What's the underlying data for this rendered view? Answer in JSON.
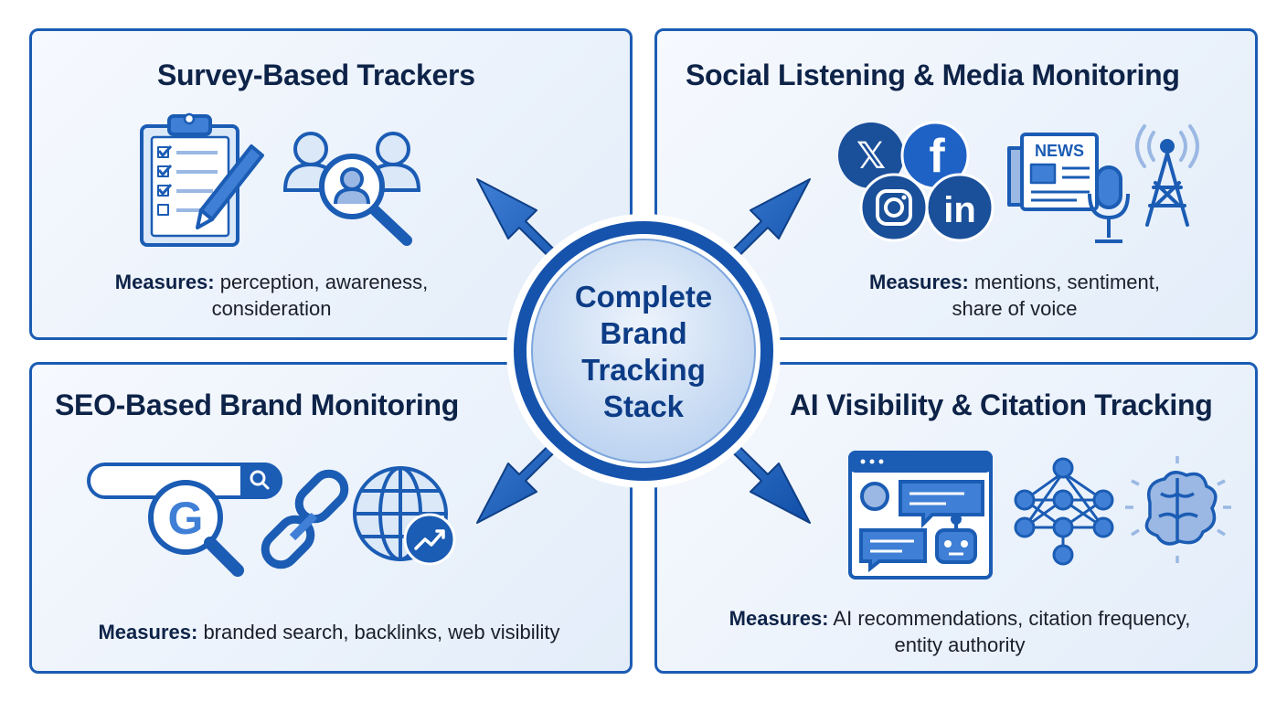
{
  "hub": {
    "title_lines": [
      "Complete",
      "Brand",
      "Tracking",
      "Stack"
    ]
  },
  "panels": {
    "survey": {
      "title": "Survey-Based Trackers",
      "measures_label": "Measures:",
      "measures_line1": "perception, awareness,",
      "measures_line2": "consideration",
      "icons": [
        "clipboard-checklist-icon",
        "pen-icon",
        "people-search-icon"
      ]
    },
    "social": {
      "title": "Social Listening & Media Monitoring",
      "measures_label": "Measures:",
      "measures_line1": "mentions, sentiment,",
      "measures_line2": "share of voice",
      "icons": [
        "x-logo-icon",
        "facebook-logo-icon",
        "instagram-logo-icon",
        "linkedin-logo-icon",
        "newspaper-icon",
        "microphone-icon",
        "broadcast-tower-icon"
      ],
      "newspaper_label": "NEWS",
      "facebook_glyph": "f",
      "linkedin_glyph": "in",
      "x_glyph": "𝕏"
    },
    "seo": {
      "title": "SEO-Based Brand Monitoring",
      "measures_label": "Measures:",
      "measures_line1": "branded search, backlinks, web visibility",
      "icons": [
        "search-bar-icon",
        "google-magnifier-icon",
        "chain-link-icon",
        "globe-trend-icon"
      ],
      "google_glyph": "G"
    },
    "ai": {
      "title": "AI Visibility & Citation Tracking",
      "measures_label": "Measures:",
      "measures_line1": "AI recommendations, citation frequency,",
      "measures_line2": "entity authority",
      "icons": [
        "chat-window-icon",
        "robot-icon",
        "neural-network-icon",
        "brain-icon"
      ]
    }
  },
  "colors": {
    "primary": "#1b5cb4",
    "dark": "#0e2348",
    "light": "#dbe8f8",
    "accent": "#3f7fd6"
  }
}
